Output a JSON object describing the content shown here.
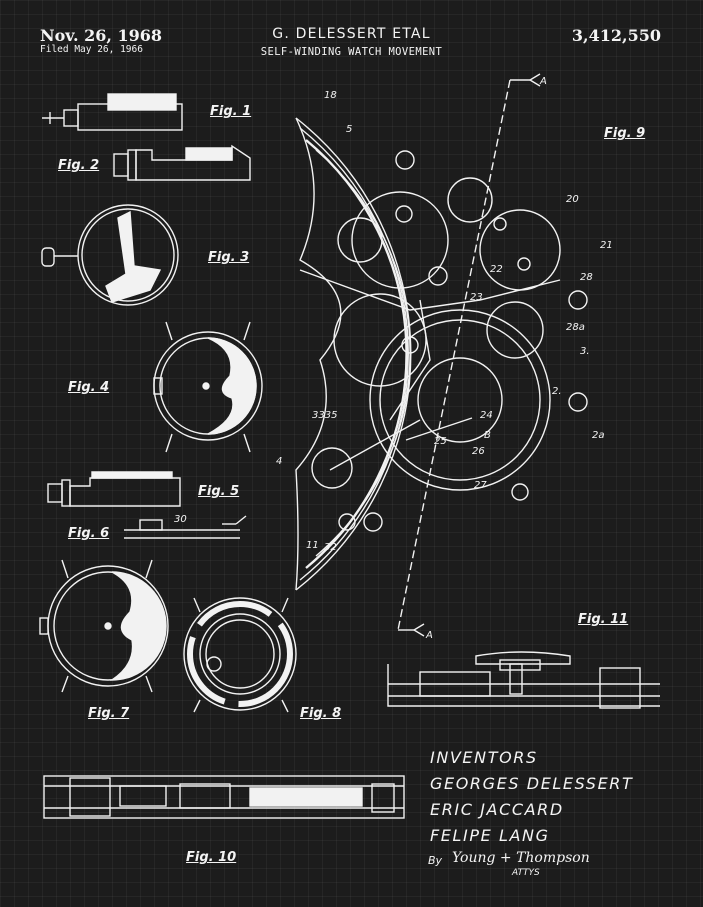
{
  "header": {
    "date": "Nov. 26, 1968",
    "filed": "Filed May 26, 1966",
    "inventor": "G. DELESSERT ETAL",
    "title": "SELF-WINDING WATCH MOVEMENT",
    "patent_number": "3,412,550"
  },
  "figures": {
    "fig1": "Fig. 1",
    "fig2": "Fig. 2",
    "fig3": "Fig. 3",
    "fig4": "Fig. 4",
    "fig5": "Fig. 5",
    "fig6": "Fig. 6",
    "fig7": "Fig. 7",
    "fig8": "Fig. 8",
    "fig9": "Fig. 9",
    "fig10": "Fig. 10",
    "fig11": "Fig. 11"
  },
  "inventors_block": {
    "heading": "INVENTORS",
    "names": [
      "GEORGES DELESSERT",
      "ERIC JACCARD",
      "FELIPE LANG"
    ],
    "by": "By",
    "signature": "Young + Thompson",
    "attys": "ATTYS"
  },
  "callouts": {
    "section_a": "A",
    "section_b": "B",
    "ref_18": "18",
    "ref_5": "5",
    "ref_20": "20",
    "ref_21": "21",
    "ref_22": "22",
    "ref_23": "23",
    "ref_28": "28",
    "ref_28a": "28a",
    "ref_3": "3.",
    "ref_2": "2.",
    "ref_2a": "2a",
    "ref_24": "24",
    "ref_25": "25",
    "ref_26": "26",
    "ref_27": "27",
    "ref_4": "4",
    "ref_3335": "3335",
    "ref_32": "32",
    "ref_11": "11",
    "ref_30": "30"
  }
}
